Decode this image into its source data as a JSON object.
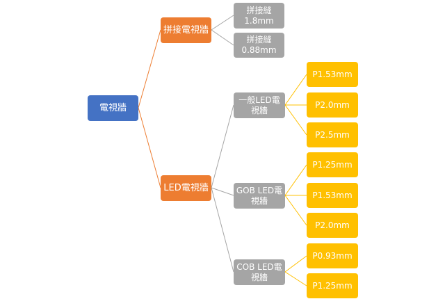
{
  "colors": {
    "root": "#4472C4",
    "level1": "#ED7D31",
    "level2": "#A5A5A5",
    "level3": "#FFC000"
  },
  "root": {
    "label": "電視牆"
  },
  "splice": {
    "label": "拼接電視牆",
    "children": [
      "拼接縫\n1.8mm",
      "拼接縫\n0.88mm"
    ]
  },
  "led": {
    "label": "LED電視牆",
    "general": {
      "label": "一般LED電\n視牆",
      "children": [
        "P1.53mm",
        "P2.0mm",
        "P2.5mm"
      ]
    },
    "gob": {
      "label": "GOB LED電\n視牆",
      "children": [
        "P1.25mm",
        "P1.53mm",
        "P2.0mm"
      ]
    },
    "cob": {
      "label": "COB LED電\n視牆",
      "children": [
        "P0.93mm",
        "P1.25mm"
      ]
    }
  }
}
